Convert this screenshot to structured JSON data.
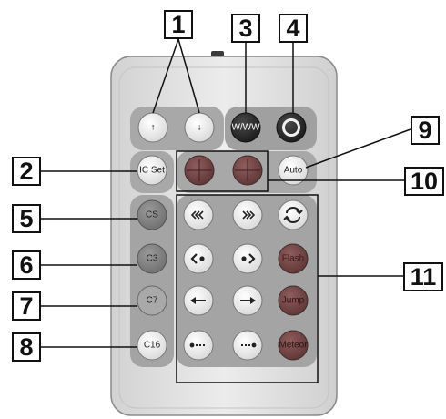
{
  "callouts": {
    "c1": "1",
    "c2": "2",
    "c3": "3",
    "c4": "4",
    "c5": "5",
    "c6": "6",
    "c7": "7",
    "c8": "8",
    "c9": "9",
    "c10": "10",
    "c11": "11"
  },
  "buttons": {
    "up_arrow": "↑",
    "down_arrow": "↓",
    "www": "W/WW",
    "power_icon": "power-icon",
    "ic_set": "IC Set",
    "auto": "Auto",
    "cs": "CS",
    "c3": "C3",
    "c7": "C7",
    "c16": "C16",
    "flash": "Flash",
    "jump": "Jump",
    "meteor": "Meteor",
    "double_left_icon": "double-chevron-left-icon",
    "double_right_icon": "double-chevron-right-icon",
    "loop_icon": "loop-icon",
    "chevron_dot_left_icon": "chevron-dot-left-icon",
    "chevron_dot_right_icon": "chevron-dot-right-icon",
    "arrow_left_icon": "arrow-left-icon",
    "arrow_right_icon": "arrow-right-icon",
    "trail_left_icon": "dot-trail-left-icon",
    "trail_right_icon": "dot-trail-right-icon",
    "dial_left_icon": "dial-left-icon",
    "dial_right_icon": "dial-right-icon"
  },
  "colors": {
    "remote_body": "#e4e4e4",
    "panel": "#a6a6a6",
    "dark_button": "#2c2c2c",
    "red_button": "#7a4a4a"
  }
}
